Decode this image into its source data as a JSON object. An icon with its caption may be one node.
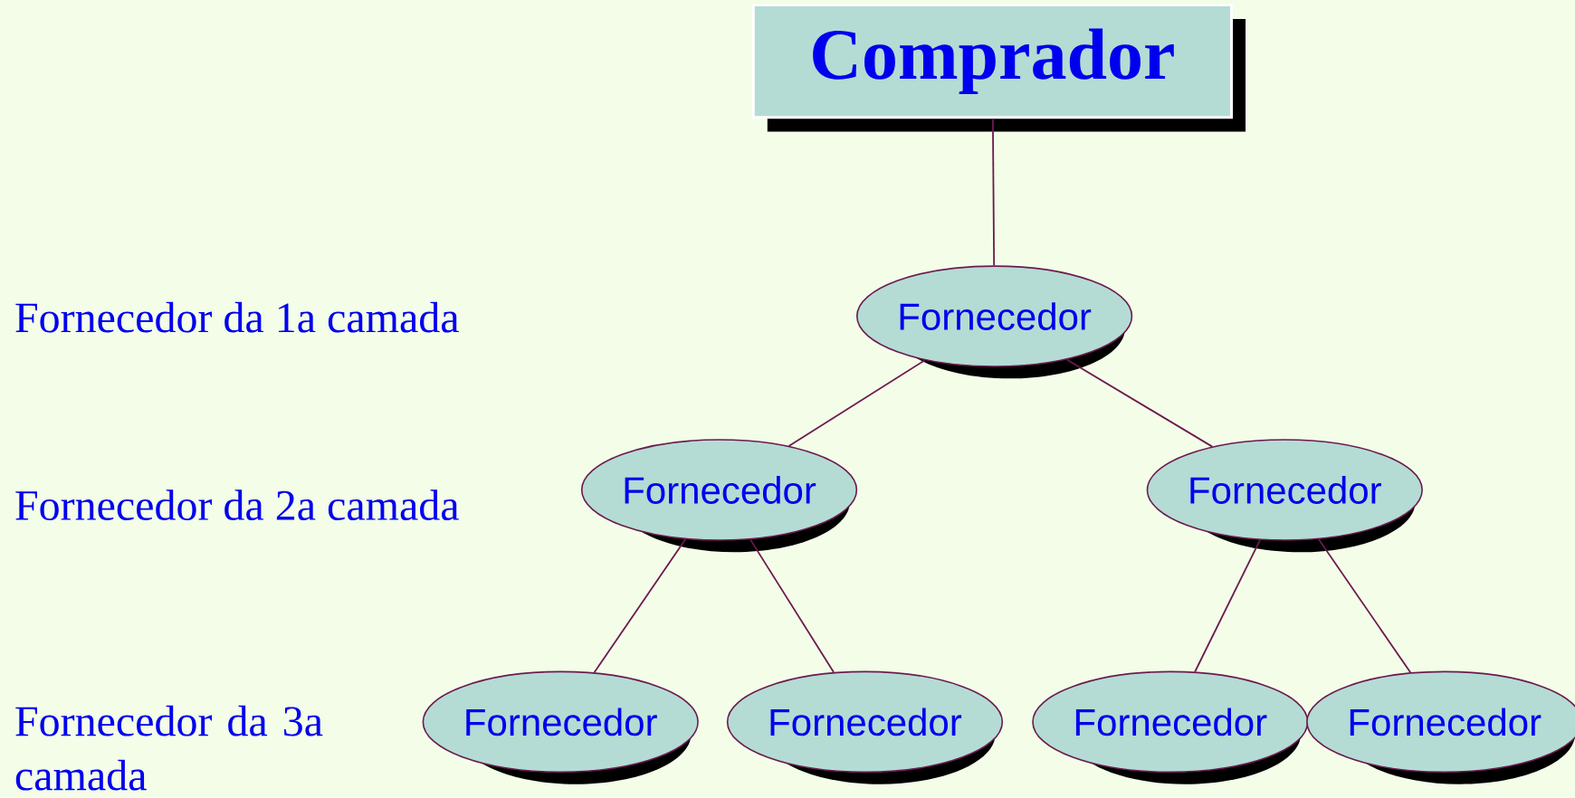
{
  "diagram": {
    "nodes": [
      {
        "text": [
          "Comprador"
        ]
      },
      {
        "text": [
          "Fornecedor"
        ]
      },
      {
        "text": [
          "Fornecedor"
        ]
      },
      {
        "text": [
          "Fornecedor"
        ]
      },
      {
        "text": [
          "Fornecedor"
        ]
      },
      {
        "text": [
          "Fornecedor"
        ]
      },
      {
        "text": [
          "Fornecedor"
        ]
      },
      {
        "text": [
          "Fornecedor"
        ]
      }
    ],
    "edges": [
      {
        "from": 0,
        "to": 1,
        "arrow": "none"
      },
      {
        "from": 1,
        "to": 2,
        "arrow": "none"
      },
      {
        "from": 1,
        "to": 3,
        "arrow": "none"
      },
      {
        "from": 2,
        "to": 4,
        "arrow": "none"
      },
      {
        "from": 2,
        "to": 5,
        "arrow": "none"
      },
      {
        "from": 3,
        "to": 6,
        "arrow": "none"
      },
      {
        "from": 3,
        "to": 7,
        "arrow": "none"
      }
    ],
    "labels": [
      "Fornecedor da 1a camada",
      "Fornecedor da 2a camada",
      "Fornecedor da 3a camada"
    ]
  }
}
